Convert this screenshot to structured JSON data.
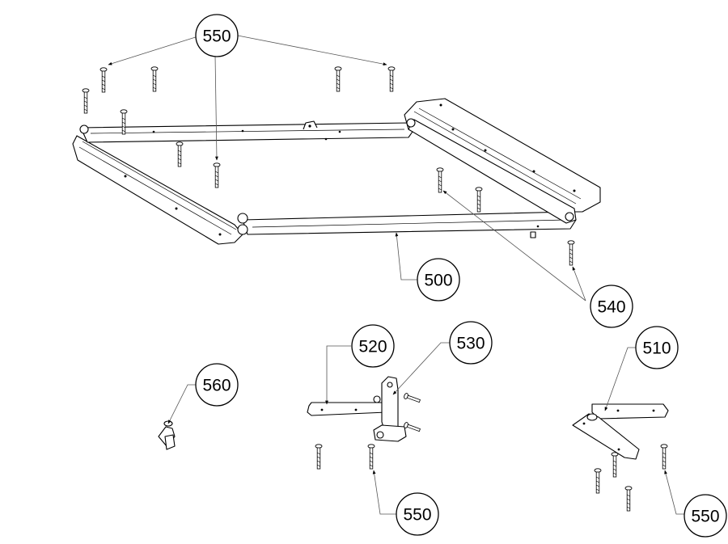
{
  "callouts": {
    "c550_top": "550",
    "c500": "500",
    "c540": "540",
    "c520": "520",
    "c530": "530",
    "c510": "510",
    "c560": "560",
    "c550_mid": "550",
    "c550_right": "550"
  },
  "colors": {
    "line": "#000000",
    "leader": "#555555",
    "background": "#ffffff"
  }
}
